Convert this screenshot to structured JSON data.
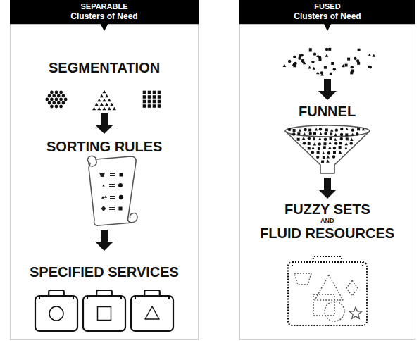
{
  "diagram": {
    "nodes": [
      {
        "text": [
          "SEPARABLE",
          "Clusters of Need"
        ]
      },
      {
        "text": [
          "FUSED",
          "Clusters of Need"
        ]
      }
    ],
    "labels": [
      "SEGMENTATION",
      "SORTING RULES",
      "SPECIFIED SERVICES",
      "FUNNEL",
      "FUZZY SETS",
      "AND",
      "FLUID RESOURCES"
    ]
  }
}
